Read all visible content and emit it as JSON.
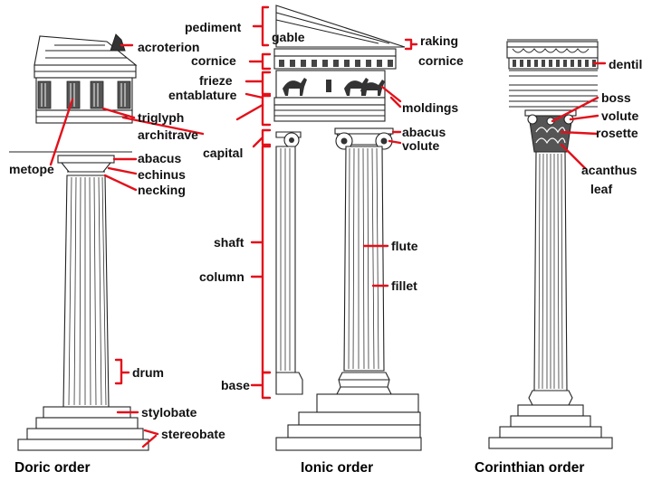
{
  "colors": {
    "leader": "#e3101a",
    "ink": "#222222",
    "text": "#111111"
  },
  "titles": {
    "doric": "Doric order",
    "ionic": "Ionic order",
    "corinthian": "Corinthian order"
  },
  "labels": {
    "pediment": "pediment",
    "gable": "gable",
    "raking": "raking",
    "cornice_raking": "cornice",
    "acroterion": "acroterion",
    "cornice": "cornice",
    "frieze": "frieze",
    "entablature": "entablature",
    "moldings": "moldings",
    "triglyph": "triglyph",
    "architrave": "architrave",
    "metope": "metope",
    "capital": "capital",
    "abacus_doric": "abacus",
    "echinus": "echinus",
    "necking": "necking",
    "abacus_ionic": "abacus",
    "volute_ionic": "volute",
    "dentil": "dentil",
    "boss": "boss",
    "volute_corinthian": "volute",
    "rosette": "rosette",
    "acanthus": "acanthus",
    "leaf": "leaf",
    "shaft": "shaft",
    "column": "column",
    "flute": "flute",
    "fillet": "fillet",
    "drum": "drum",
    "base": "base",
    "stylobate": "stylobate",
    "stereobate": "stereobate"
  }
}
